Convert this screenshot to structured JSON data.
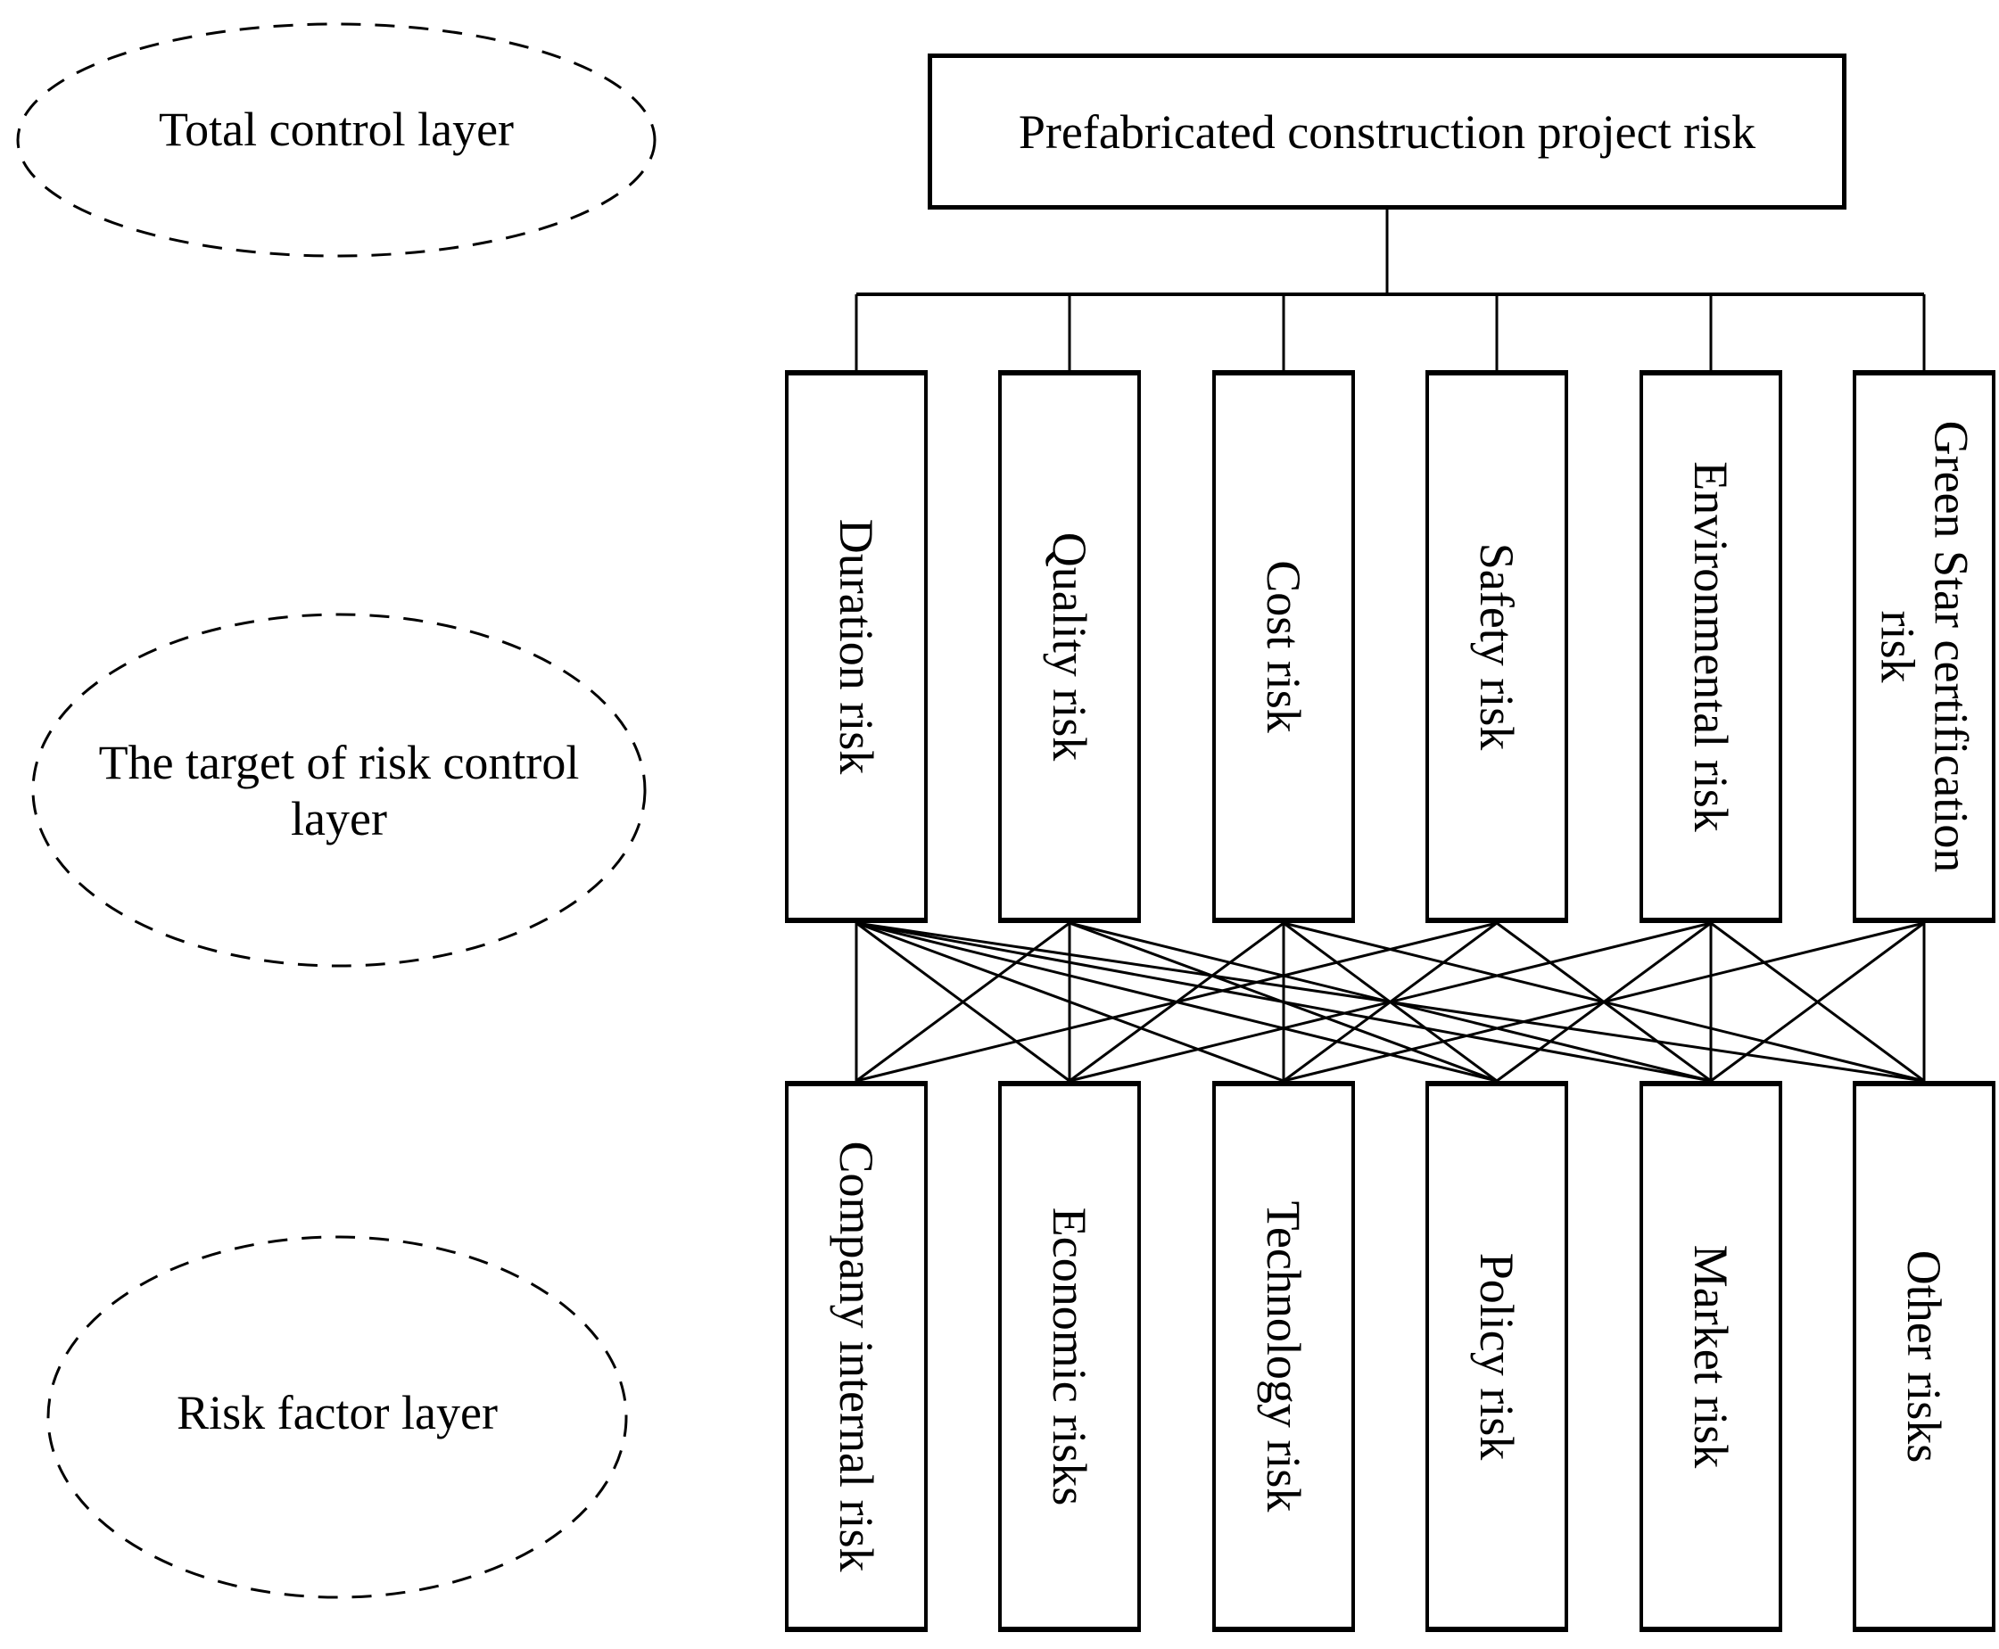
{
  "diagram": {
    "root_label": "Prefabricated construction project risk",
    "layer_labels": {
      "total_control": "Total control layer",
      "target_control": "The target of risk control layer",
      "risk_factor": "Risk factor layer"
    },
    "target_boxes": [
      "Duration risk",
      "Quality risk",
      "Cost risk",
      "Safety risk",
      "Environmental risk",
      "Green Star certification risk"
    ],
    "factor_boxes": [
      "Company internal risk",
      "Economic risks",
      "Technology risk",
      "Policy risk",
      "Market risk",
      "Other risks"
    ],
    "connections": [
      [
        0,
        0
      ],
      [
        0,
        1
      ],
      [
        0,
        2
      ],
      [
        0,
        3
      ],
      [
        0,
        4
      ],
      [
        0,
        5
      ],
      [
        1,
        0
      ],
      [
        1,
        1
      ],
      [
        1,
        3
      ],
      [
        1,
        4
      ],
      [
        2,
        1
      ],
      [
        2,
        2
      ],
      [
        2,
        3
      ],
      [
        2,
        5
      ],
      [
        3,
        0
      ],
      [
        3,
        2
      ],
      [
        3,
        4
      ],
      [
        4,
        1
      ],
      [
        4,
        3
      ],
      [
        4,
        4
      ],
      [
        4,
        5
      ],
      [
        5,
        2
      ],
      [
        5,
        4
      ],
      [
        5,
        5
      ]
    ],
    "colors": {
      "line": "#000000",
      "background": "#ffffff"
    }
  }
}
